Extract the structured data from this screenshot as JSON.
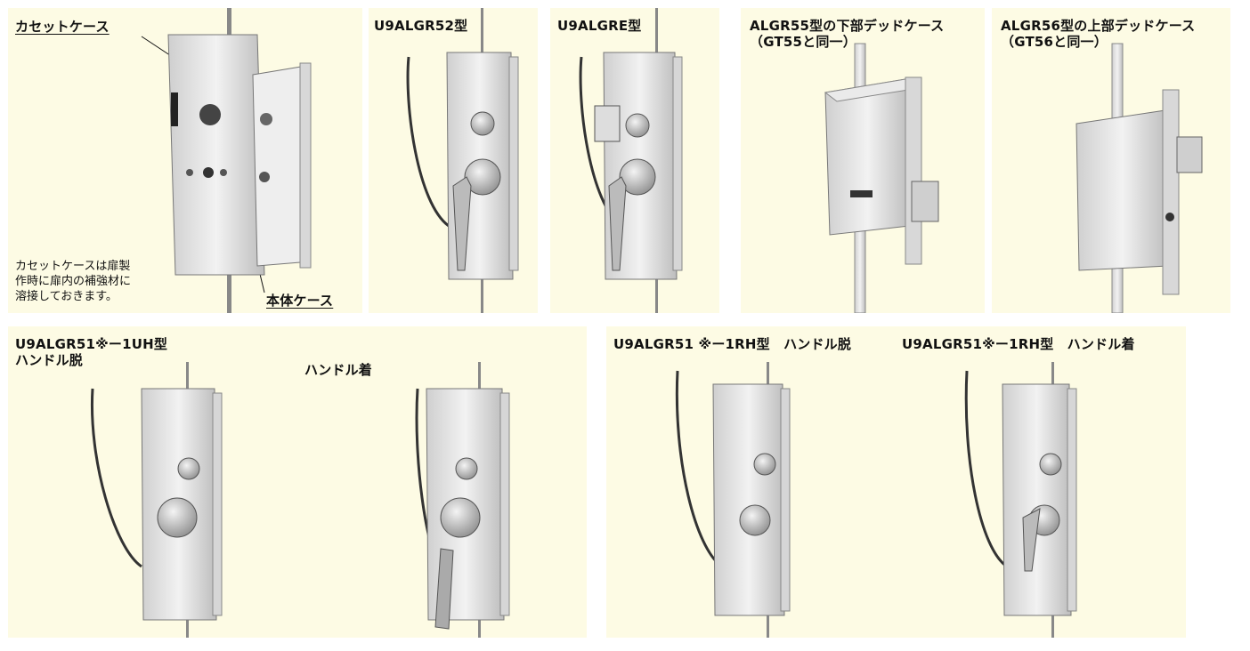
{
  "panels": {
    "p1": {
      "label_cassette": "カセットケース",
      "label_body": "本体ケース",
      "note": "カセットケースは扉製\n作時に扉内の補強材に\n溶接しておきます。"
    },
    "p2": {
      "title": "U9ALGR52型"
    },
    "p3": {
      "title": "U9ALGRE型"
    },
    "p4": {
      "title": "ALGR55型の下部デッドケース\n（GT55と同一）"
    },
    "p5": {
      "title": "ALGR56型の上部デッドケース\n（GT56と同一）"
    },
    "p6": {
      "title": "U9ALGR51※ー1UH型\nハンドル脱",
      "title2": "ハンドル着"
    },
    "p7": {
      "title": "U9ALGR51 ※ー1RH型　ハンドル脱",
      "title2": "U9ALGR51※ー1RH型　ハンドル着"
    }
  },
  "colors": {
    "panel_bg": "#fdfbe4",
    "steel_light": "#e6e6e6",
    "steel_dark": "#a9a9a9"
  }
}
